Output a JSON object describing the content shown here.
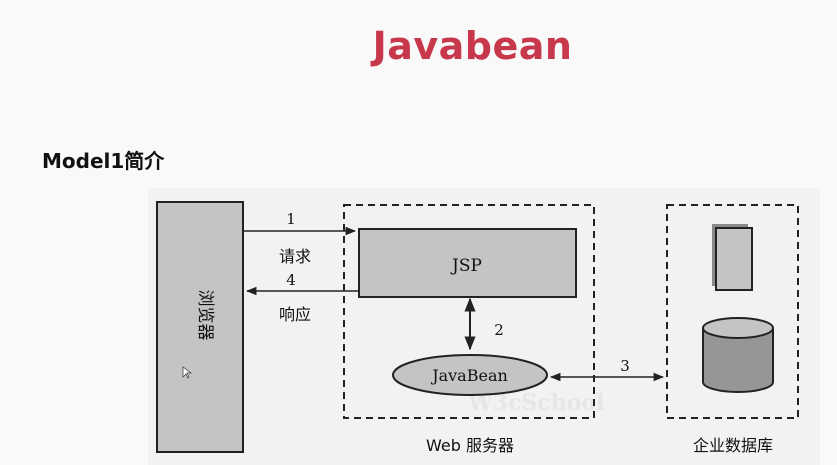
{
  "slide": {
    "title": "Javabean",
    "section_heading": "Model1简介"
  },
  "diagram": {
    "browser_label": "浏览器",
    "request_number": "1",
    "request_label": "请求",
    "response_number": "4",
    "response_label": "响应",
    "jsp_label": "JSP",
    "step2_number": "2",
    "javabean_label": "JavaBean",
    "step3_number": "3",
    "web_server_label": "Web 服务器",
    "database_label": "企业数据库",
    "watermark_text": "W3cSchool"
  },
  "colors": {
    "title": "#c8384c",
    "box_fill": "#c4c4c4",
    "database_fill": "#969696",
    "stroke": "#222222",
    "panel_bg": "#f2f2f2"
  }
}
